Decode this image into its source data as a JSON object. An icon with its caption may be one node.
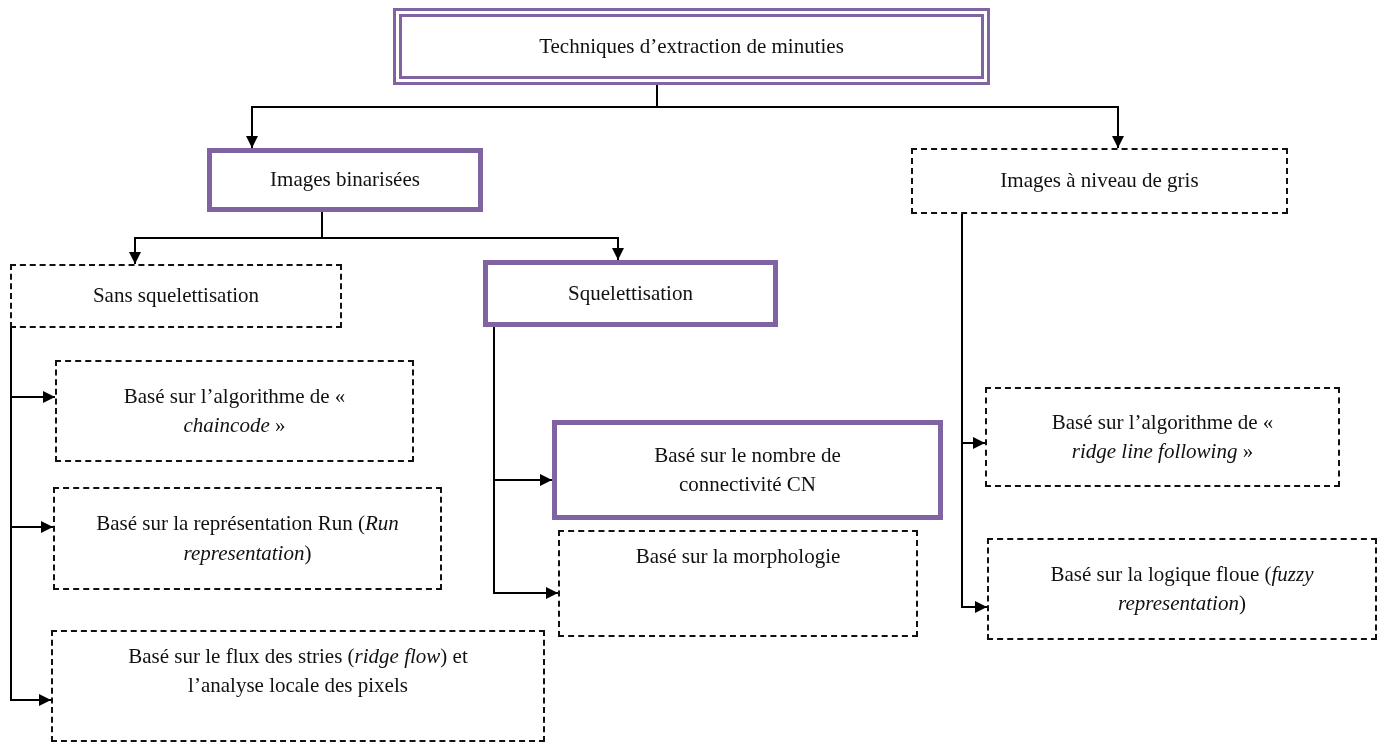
{
  "diagram": {
    "nodes": [
      {
        "text": [
          "Techniques d’extraction de minuties"
        ]
      },
      {
        "text": [
          "Images binarisées"
        ]
      },
      {
        "text": [
          "Images à niveau de gris"
        ]
      },
      {
        "text": [
          "Sans squelettisation"
        ]
      },
      {
        "text": [
          "Squelettisation"
        ]
      },
      {
        "text": [
          "Basé sur l’algorithme de « *chaincode* »"
        ]
      },
      {
        "text": [
          "Basé sur la représentation Run (*Run representation*)"
        ]
      },
      {
        "text": [
          "Basé sur le flux des stries (*ridge flow*) et l’analyse locale des pixels"
        ]
      },
      {
        "text": [
          "Basé sur le nombre de connectivité CN"
        ]
      },
      {
        "text": [
          "Basé sur la morphologie"
        ]
      },
      {
        "text": [
          "Basé sur l’algorithme de « *ridge line following* »"
        ]
      },
      {
        "text": [
          "Basé sur la logique floue (*fuzzy representation*)"
        ]
      }
    ],
    "edges": [
      {
        "from": 0,
        "to": 1,
        "arrow": "to"
      },
      {
        "from": 0,
        "to": 2,
        "arrow": "to"
      },
      {
        "from": 1,
        "to": 3,
        "arrow": "to"
      },
      {
        "from": 1,
        "to": 4,
        "arrow": "to"
      },
      {
        "from": 3,
        "to": 5,
        "arrow": "to"
      },
      {
        "from": 3,
        "to": 6,
        "arrow": "to"
      },
      {
        "from": 3,
        "to": 7,
        "arrow": "to"
      },
      {
        "from": 4,
        "to": 8,
        "arrow": "to"
      },
      {
        "from": 4,
        "to": 9,
        "arrow": "to"
      },
      {
        "from": 2,
        "to": 10,
        "arrow": "to"
      },
      {
        "from": 2,
        "to": 11,
        "arrow": "to"
      }
    ]
  }
}
